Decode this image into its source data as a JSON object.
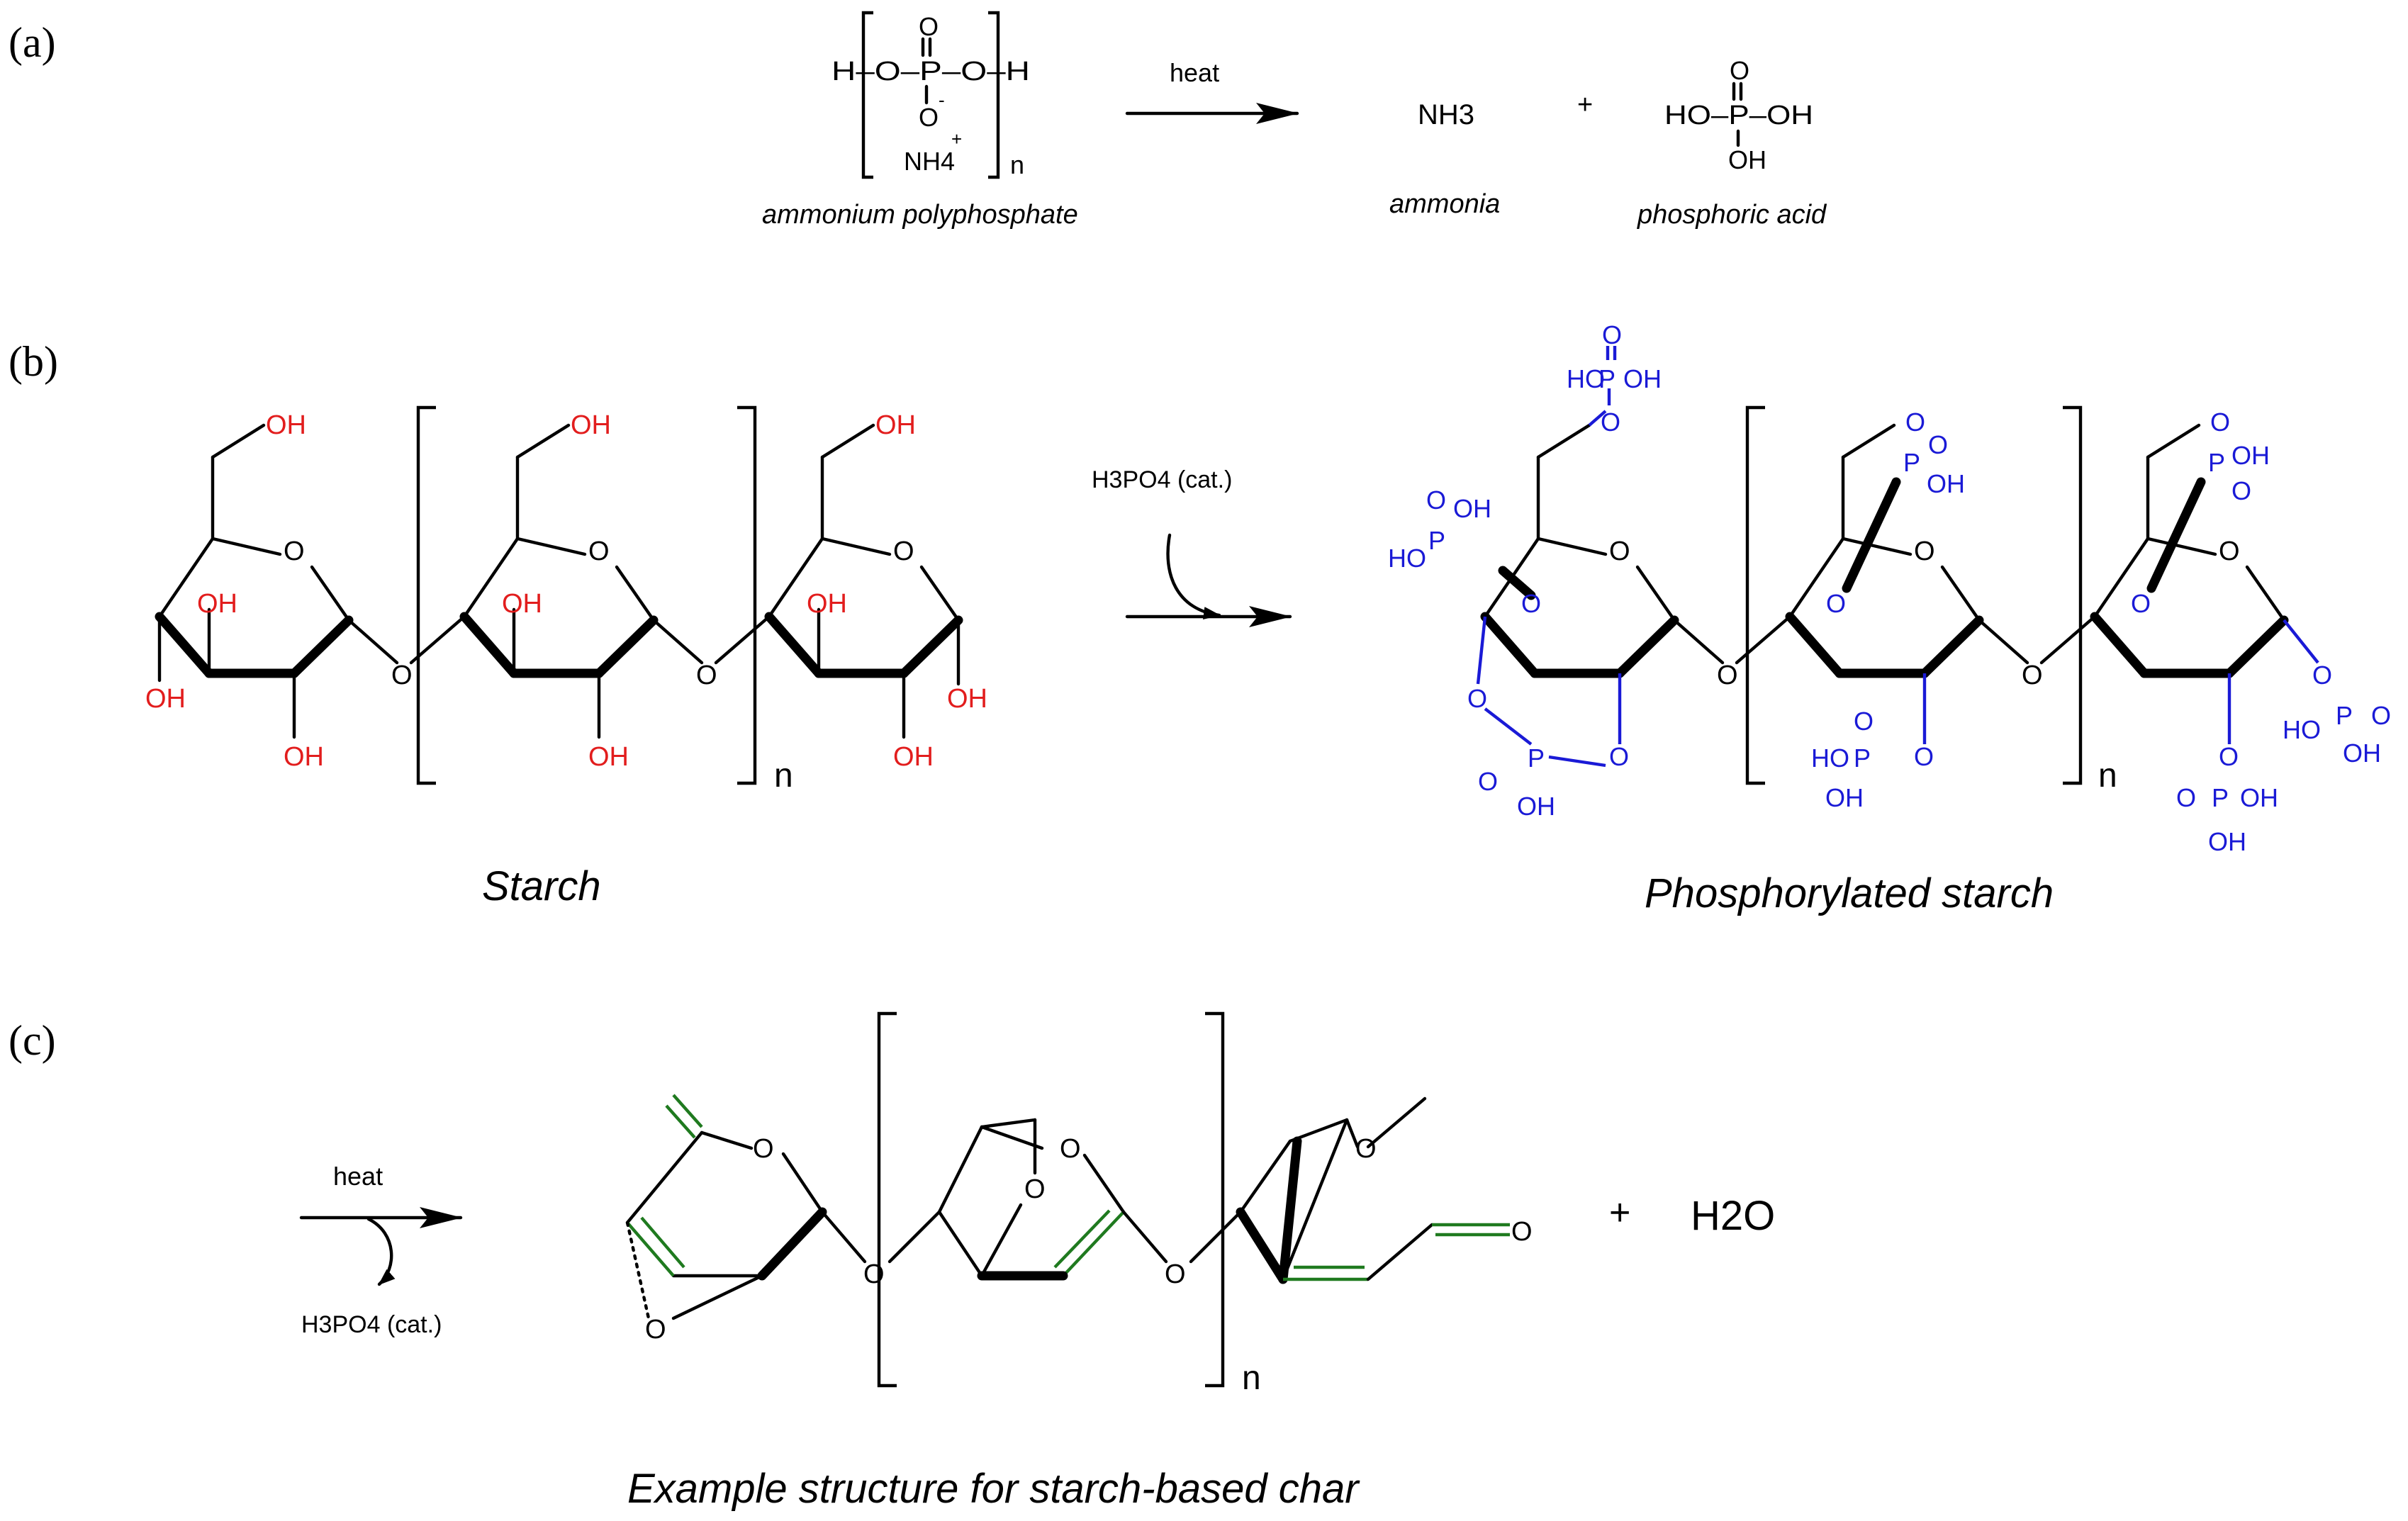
{
  "colors": {
    "red": "#e21d1d",
    "blue": "#1a1ad6",
    "green": "#1f7a1f",
    "black": "#000000"
  },
  "panels": {
    "a": {
      "label": "(a)",
      "reactant_left": "H–O–P–O–H",
      "reactant_top": "O",
      "reactant_bottom": "O",
      "charge": "-",
      "counter": "NH4",
      "counter_charge": "+",
      "repeat": "n",
      "condition": "heat",
      "reactant_name": "ammonium polyphosphate",
      "product1": "NH3",
      "product1_name": "ammonia",
      "plus": "+",
      "product2_top": "O",
      "product2_mid": "HO–P–OH",
      "product2_bottom": "OH",
      "product2_name": "phosphoric acid"
    },
    "b": {
      "label": "(b)",
      "catalyst": "H3PO4 (cat.)",
      "reactant_name": "Starch",
      "product_name": "Phosphorylated starch",
      "repeat": "n",
      "oh": "OH",
      "o": "O",
      "p": "P",
      "ho": "HO"
    },
    "c": {
      "label": "(c)",
      "condition": "heat",
      "catalyst": "H3PO4 (cat.)",
      "repeat": "n",
      "plus": "+",
      "byproduct": "H2O",
      "product_name": "Example structure for starch-based char"
    }
  }
}
